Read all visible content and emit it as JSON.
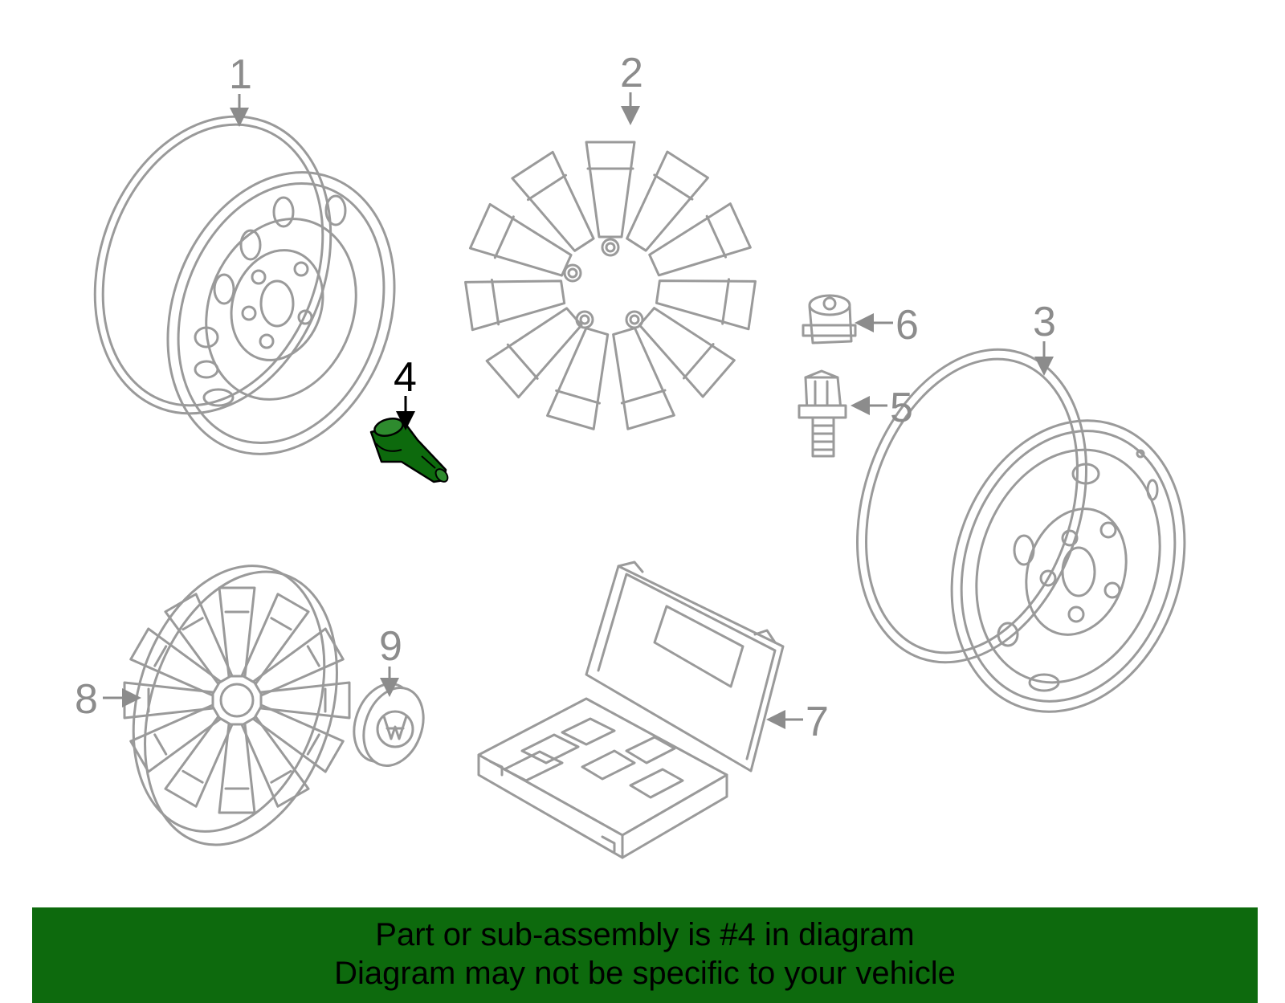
{
  "diagram": {
    "callouts": [
      {
        "id": "1",
        "label": "1"
      },
      {
        "id": "2",
        "label": "2"
      },
      {
        "id": "3",
        "label": "3"
      },
      {
        "id": "4",
        "label": "4",
        "highlighted": true
      },
      {
        "id": "5",
        "label": "5"
      },
      {
        "id": "6",
        "label": "6"
      },
      {
        "id": "7",
        "label": "7"
      },
      {
        "id": "8",
        "label": "8"
      },
      {
        "id": "9",
        "label": "9"
      }
    ],
    "highlight_color": "#0d6a0d",
    "line_color": "#9a9a9a"
  },
  "banner": {
    "line1": "Part or sub-assembly is #4 in diagram",
    "line2": "Diagram may not be specific to your vehicle",
    "background": "#0d6a0d"
  }
}
